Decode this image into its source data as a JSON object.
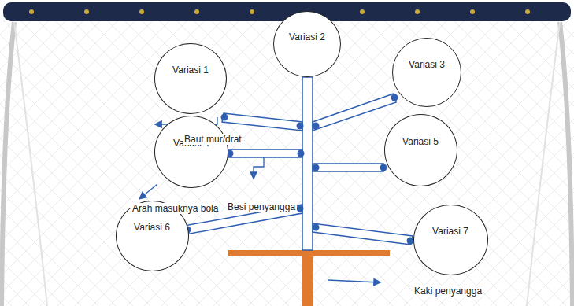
{
  "diagram": {
    "nodes": [
      {
        "text": [
          "Variasi 1"
        ]
      },
      {
        "text": [
          "Variasi 2"
        ]
      },
      {
        "text": [
          "Variasi 3"
        ]
      },
      {
        "text": [
          "Variasi 4"
        ]
      },
      {
        "text": [
          "Variasi 5"
        ]
      },
      {
        "text": [
          "Variasi 6"
        ]
      },
      {
        "text": [
          "Variasi 7"
        ]
      }
    ],
    "labels": [
      "Baut mur/drat",
      "Arah masuknya bola",
      "Besi penyangga",
      "Kaki penyangga"
    ]
  }
}
